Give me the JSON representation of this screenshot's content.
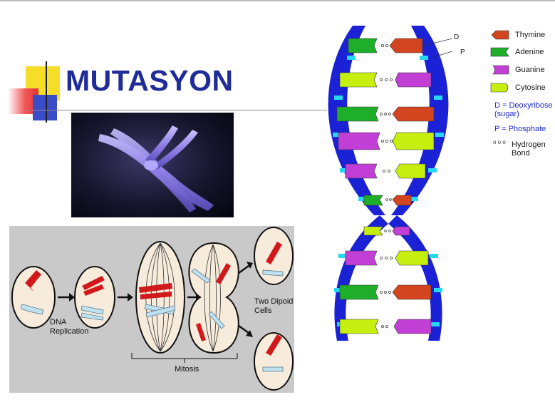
{
  "slide": {
    "title": "MUTASYON"
  },
  "dna_labels": {
    "d": "D",
    "p": "P"
  },
  "legend": {
    "items": [
      {
        "label": "Thymine",
        "color": "#d2451e"
      },
      {
        "label": "Adenine",
        "color": "#1fae2a"
      },
      {
        "label": "Guanine",
        "color": "#c23fd6"
      },
      {
        "label": "Cytosine",
        "color": "#c6ef0f"
      }
    ],
    "notes": [
      "D = Deoxyribose (sugar)",
      "P = Phosphate"
    ],
    "bond_symbol": "o o o",
    "bond_label": "Hydrogen Bond"
  },
  "mitosis": {
    "background": "#c9c9c9",
    "labels": {
      "dna_replication": "DNA Replication",
      "mitosis": "Mitosis",
      "two_diploid_cells": "Two Dipoid Cells"
    }
  }
}
